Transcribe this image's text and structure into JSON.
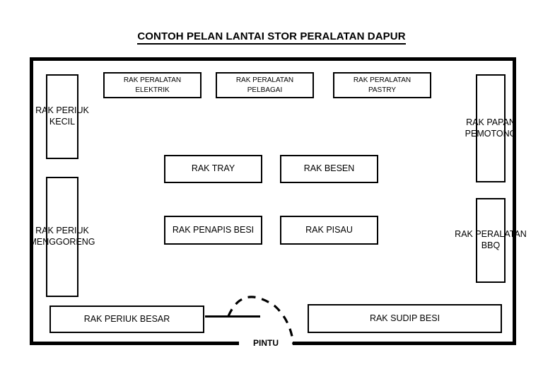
{
  "title": "CONTOH PELAN LANTAI STOR PERALATAN DAPUR",
  "colors": {
    "wall": "#000000",
    "shelf_border": "#000000",
    "background": "#ffffff",
    "text": "#000000"
  },
  "door": {
    "label": "PINTU",
    "swing_icon": "door-swing-arc"
  },
  "shelves": {
    "top_row": [
      {
        "line1": "RAK PERALATAN",
        "line2": "ELEKTRIK"
      },
      {
        "line1": "RAK PERALATAN",
        "line2": "PELBAGAI"
      },
      {
        "line1": "RAK PERALATAN",
        "line2": "PASTRY"
      }
    ],
    "left_racks": [
      {
        "line1": "RAK PERIUK",
        "line2": "KECIL"
      },
      {
        "line1": "RAK PERIUK",
        "line2": "MENGGORENG"
      }
    ],
    "right_racks": [
      {
        "line1": "RAK PAPAN",
        "line2": "PEMOTONG"
      },
      {
        "line1": "RAK PERALATAN",
        "line2": "BBQ"
      }
    ],
    "center_row_1": [
      {
        "label": "RAK TRAY"
      },
      {
        "label": "RAK BESEN"
      }
    ],
    "center_row_2": [
      {
        "label": "RAK PENAPIS BESI"
      },
      {
        "label": "RAK PISAU"
      }
    ],
    "bottom_row": [
      {
        "label": "RAK PERIUK BESAR"
      },
      {
        "label": "RAK SUDIP BESI"
      }
    ]
  }
}
